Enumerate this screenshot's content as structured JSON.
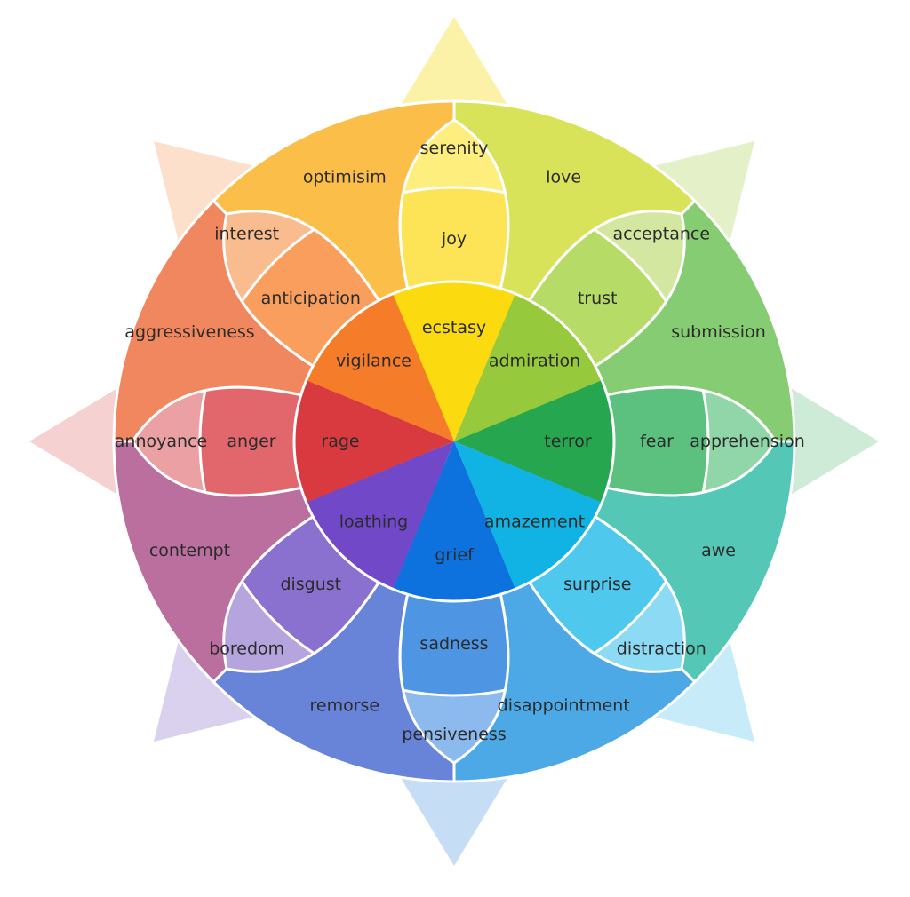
{
  "wheel": {
    "emotions": [
      {
        "id": "joy",
        "outer": "serenity",
        "middle": "joy",
        "inner": "ecstasy",
        "colors": {
          "outer": "#FDEE7E",
          "middle": "#FDE457",
          "inner": "#FBDA0F",
          "tip": "#FBF2A8"
        }
      },
      {
        "id": "trust",
        "outer": "acceptance",
        "middle": "trust",
        "inner": "admiration",
        "colors": {
          "outer": "#D3E7A1",
          "middle": "#B6DB67",
          "inner": "#96C93C",
          "tip": "#E4F0C8"
        }
      },
      {
        "id": "fear",
        "outer": "apprehension",
        "middle": "fear",
        "inner": "terror",
        "colors": {
          "outer": "#90D6A9",
          "middle": "#5CC07F",
          "inner": "#27A650",
          "tip": "#CDEBD6"
        }
      },
      {
        "id": "surprise",
        "outer": "distraction",
        "middle": "surprise",
        "inner": "amazement",
        "colors": {
          "outer": "#8CDAF3",
          "middle": "#4FC8EE",
          "inner": "#11B2E4",
          "tip": "#C7EBF8"
        }
      },
      {
        "id": "sadness",
        "outer": "pensiveness",
        "middle": "sadness",
        "inner": "grief",
        "colors": {
          "outer": "#8CB9EE",
          "middle": "#4E95E4",
          "inner": "#0D72DE",
          "tip": "#C6DDF6"
        }
      },
      {
        "id": "disgust",
        "outer": "boredom",
        "middle": "disgust",
        "inner": "loathing",
        "colors": {
          "outer": "#B5A4DE",
          "middle": "#8B71CF",
          "inner": "#7048C8",
          "tip": "#D9D1EE"
        }
      },
      {
        "id": "anger",
        "outer": "annoyance",
        "middle": "anger",
        "inner": "rage",
        "colors": {
          "outer": "#EBA0A3",
          "middle": "#E1676D",
          "inner": "#D93A40",
          "tip": "#F6D1D2"
        }
      },
      {
        "id": "anticipation",
        "outer": "interest",
        "middle": "anticipation",
        "inner": "vigilance",
        "colors": {
          "outer": "#F9BC8E",
          "middle": "#F99E5D",
          "inner": "#F57C28",
          "tip": "#FCE0CB"
        }
      }
    ],
    "dyads": [
      {
        "label": "love",
        "color": "#D9E35A"
      },
      {
        "label": "submission",
        "color": "#86CC72"
      },
      {
        "label": "awe",
        "color": "#54C7B6"
      },
      {
        "label": "disappointment",
        "color": "#4DA8E6"
      },
      {
        "label": "remorse",
        "color": "#6884D9"
      },
      {
        "label": "contempt",
        "color": "#BB6F9F"
      },
      {
        "label": "aggressiveness",
        "color": "#F0875F"
      },
      {
        "label": "optimisim",
        "color": "#FBBE48"
      }
    ]
  }
}
